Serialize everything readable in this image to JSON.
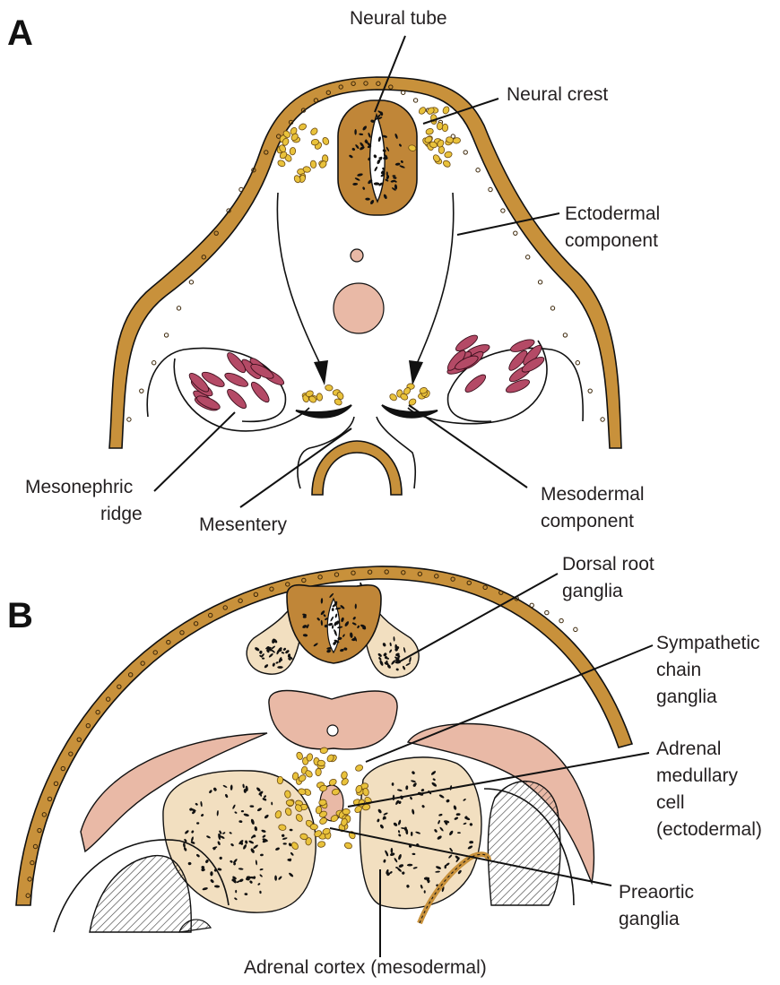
{
  "panels": [
    {
      "id": "A",
      "letter": "A",
      "labels": {
        "neural_tube": "Neural tube",
        "neural_crest": "Neural crest",
        "ectodermal_component_1": "Ectodermal",
        "ectodermal_component_2": "component",
        "mesonephric_ridge_1": "Mesonephric",
        "mesonephric_ridge_2": "ridge",
        "mesentery": "Mesentery",
        "mesodermal_component_1": "Mesodermal",
        "mesodermal_component_2": "component"
      }
    },
    {
      "id": "B",
      "letter": "B",
      "labels": {
        "dorsal_root_ganglia_1": "Dorsal root",
        "dorsal_root_ganglia_2": "ganglia",
        "sympathetic_chain_ganglia_1": "Sympathetic",
        "sympathetic_chain_ganglia_2": "chain",
        "sympathetic_chain_ganglia_3": "ganglia",
        "adrenal_medullary_cell_1": "Adrenal",
        "adrenal_medullary_cell_2": "medullary",
        "adrenal_medullary_cell_3": "cell",
        "adrenal_medullary_cell_4": "(ectodermal)",
        "preaortic_ganglia_1": "Preaortic",
        "preaortic_ganglia_2": "ganglia",
        "adrenal_cortex": "Adrenal cortex (mesodermal)"
      }
    }
  ],
  "colors": {
    "ectoderm": "#c8913b",
    "neural_crest_cells": "#e9c23b",
    "mesoderm_pink": "#e9b9a6",
    "cortex_tan": "#f2dfc0",
    "mesonephros": "#b44a66"
  }
}
